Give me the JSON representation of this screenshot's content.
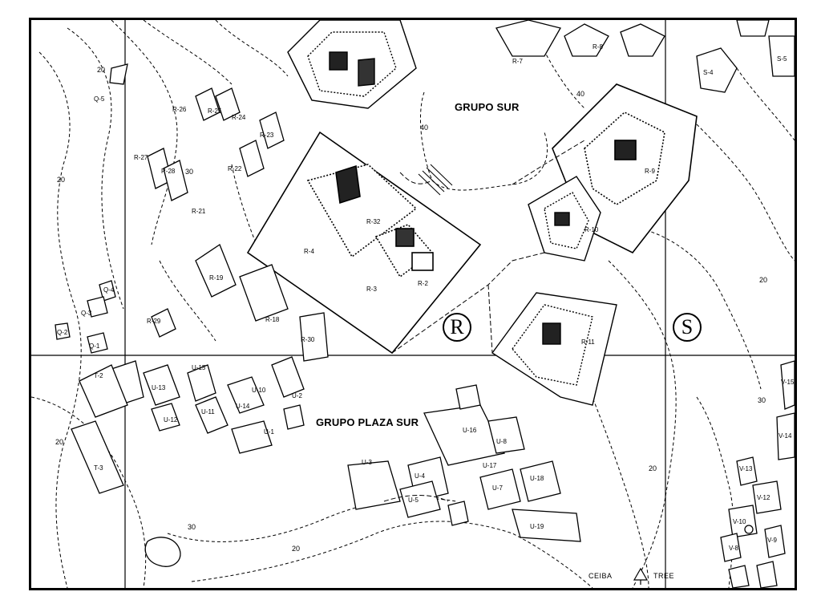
{
  "map": {
    "groups": {
      "grupo_sur": "GRUPO SUR",
      "grupo_plaza_sur": "GRUPO PLAZA SUR"
    },
    "grid_letters": [
      "R",
      "S"
    ],
    "structures": [
      "R-32",
      "R-4",
      "R-3",
      "R-2",
      "R-9",
      "R-10",
      "R-11",
      "R-7",
      "R-8",
      "R-18",
      "R-19",
      "R-21",
      "R-22",
      "R-23",
      "R-24",
      "R-25",
      "R-26",
      "R-27",
      "R-28",
      "R-29",
      "R-30",
      "S-4",
      "S-5",
      "U-1",
      "U-2",
      "U-3",
      "U-4",
      "U-5",
      "U-7",
      "U-8",
      "U-10",
      "U-11",
      "U-12",
      "U-13",
      "U-14",
      "U-15",
      "U-16",
      "U-17",
      "U-18",
      "U-19",
      "V-8",
      "V-9",
      "V-10",
      "V-12",
      "V-13",
      "V-14",
      "V-15",
      "T-2",
      "T-3",
      "Q-1",
      "Q-2",
      "Q-3",
      "Q-4",
      "Q-5"
    ],
    "contour_values": [
      "20",
      "30",
      "40"
    ],
    "legend": {
      "left": "CEIBA",
      "right": "TREE"
    }
  }
}
